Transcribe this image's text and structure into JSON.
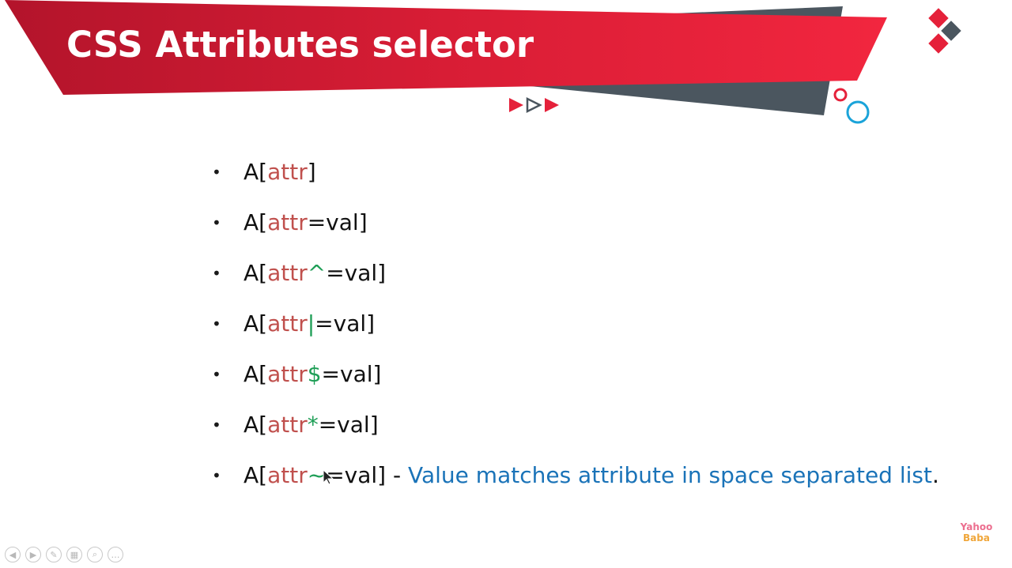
{
  "slide": {
    "title": "CSS Attributes selector",
    "colors": {
      "banner_red": "#e5213a",
      "banner_dark": "#4b565f",
      "accent_blue": "#1a73b8",
      "attr_color": "#c0504d",
      "operator_color": "#1e9e56"
    },
    "bullet_symbol": "•",
    "items": [
      {
        "p1": "A[",
        "attr": "attr",
        "op": "",
        "p2": "]",
        "desc_sep": "",
        "desc": "",
        "desc_end": ""
      },
      {
        "p1": "A[",
        "attr": "attr",
        "op": "",
        "p2": "=val]",
        "desc_sep": "",
        "desc": "",
        "desc_end": ""
      },
      {
        "p1": "A[",
        "attr": "attr",
        "op": "^",
        "p2": "=val]",
        "desc_sep": "",
        "desc": "",
        "desc_end": ""
      },
      {
        "p1": "A[",
        "attr": "attr",
        "op": "|",
        "p2": "=val]",
        "desc_sep": "",
        "desc": "",
        "desc_end": ""
      },
      {
        "p1": "A[",
        "attr": "attr",
        "op": "$",
        "p2": "=val]",
        "desc_sep": "",
        "desc": "",
        "desc_end": ""
      },
      {
        "p1": "A[",
        "attr": "attr",
        "op": "*",
        "p2": "=val]",
        "desc_sep": "",
        "desc": "",
        "desc_end": ""
      },
      {
        "p1": "A[",
        "attr": "attr",
        "op": "~",
        "p2": "=val]",
        "desc_sep": " - ",
        "desc": "Value matches attribute in space separated list",
        "desc_end": "."
      }
    ]
  },
  "controls": {
    "icons": [
      {
        "name": "previous-slide-icon",
        "glyph": "◀"
      },
      {
        "name": "next-slide-icon",
        "glyph": "▶"
      },
      {
        "name": "pen-icon",
        "glyph": "✎"
      },
      {
        "name": "slides-grid-icon",
        "glyph": "▦"
      },
      {
        "name": "zoom-icon",
        "glyph": "⌕"
      },
      {
        "name": "more-options-icon",
        "glyph": "…"
      }
    ]
  },
  "watermark": {
    "line1": "Yahoo",
    "line2": "Baba"
  }
}
